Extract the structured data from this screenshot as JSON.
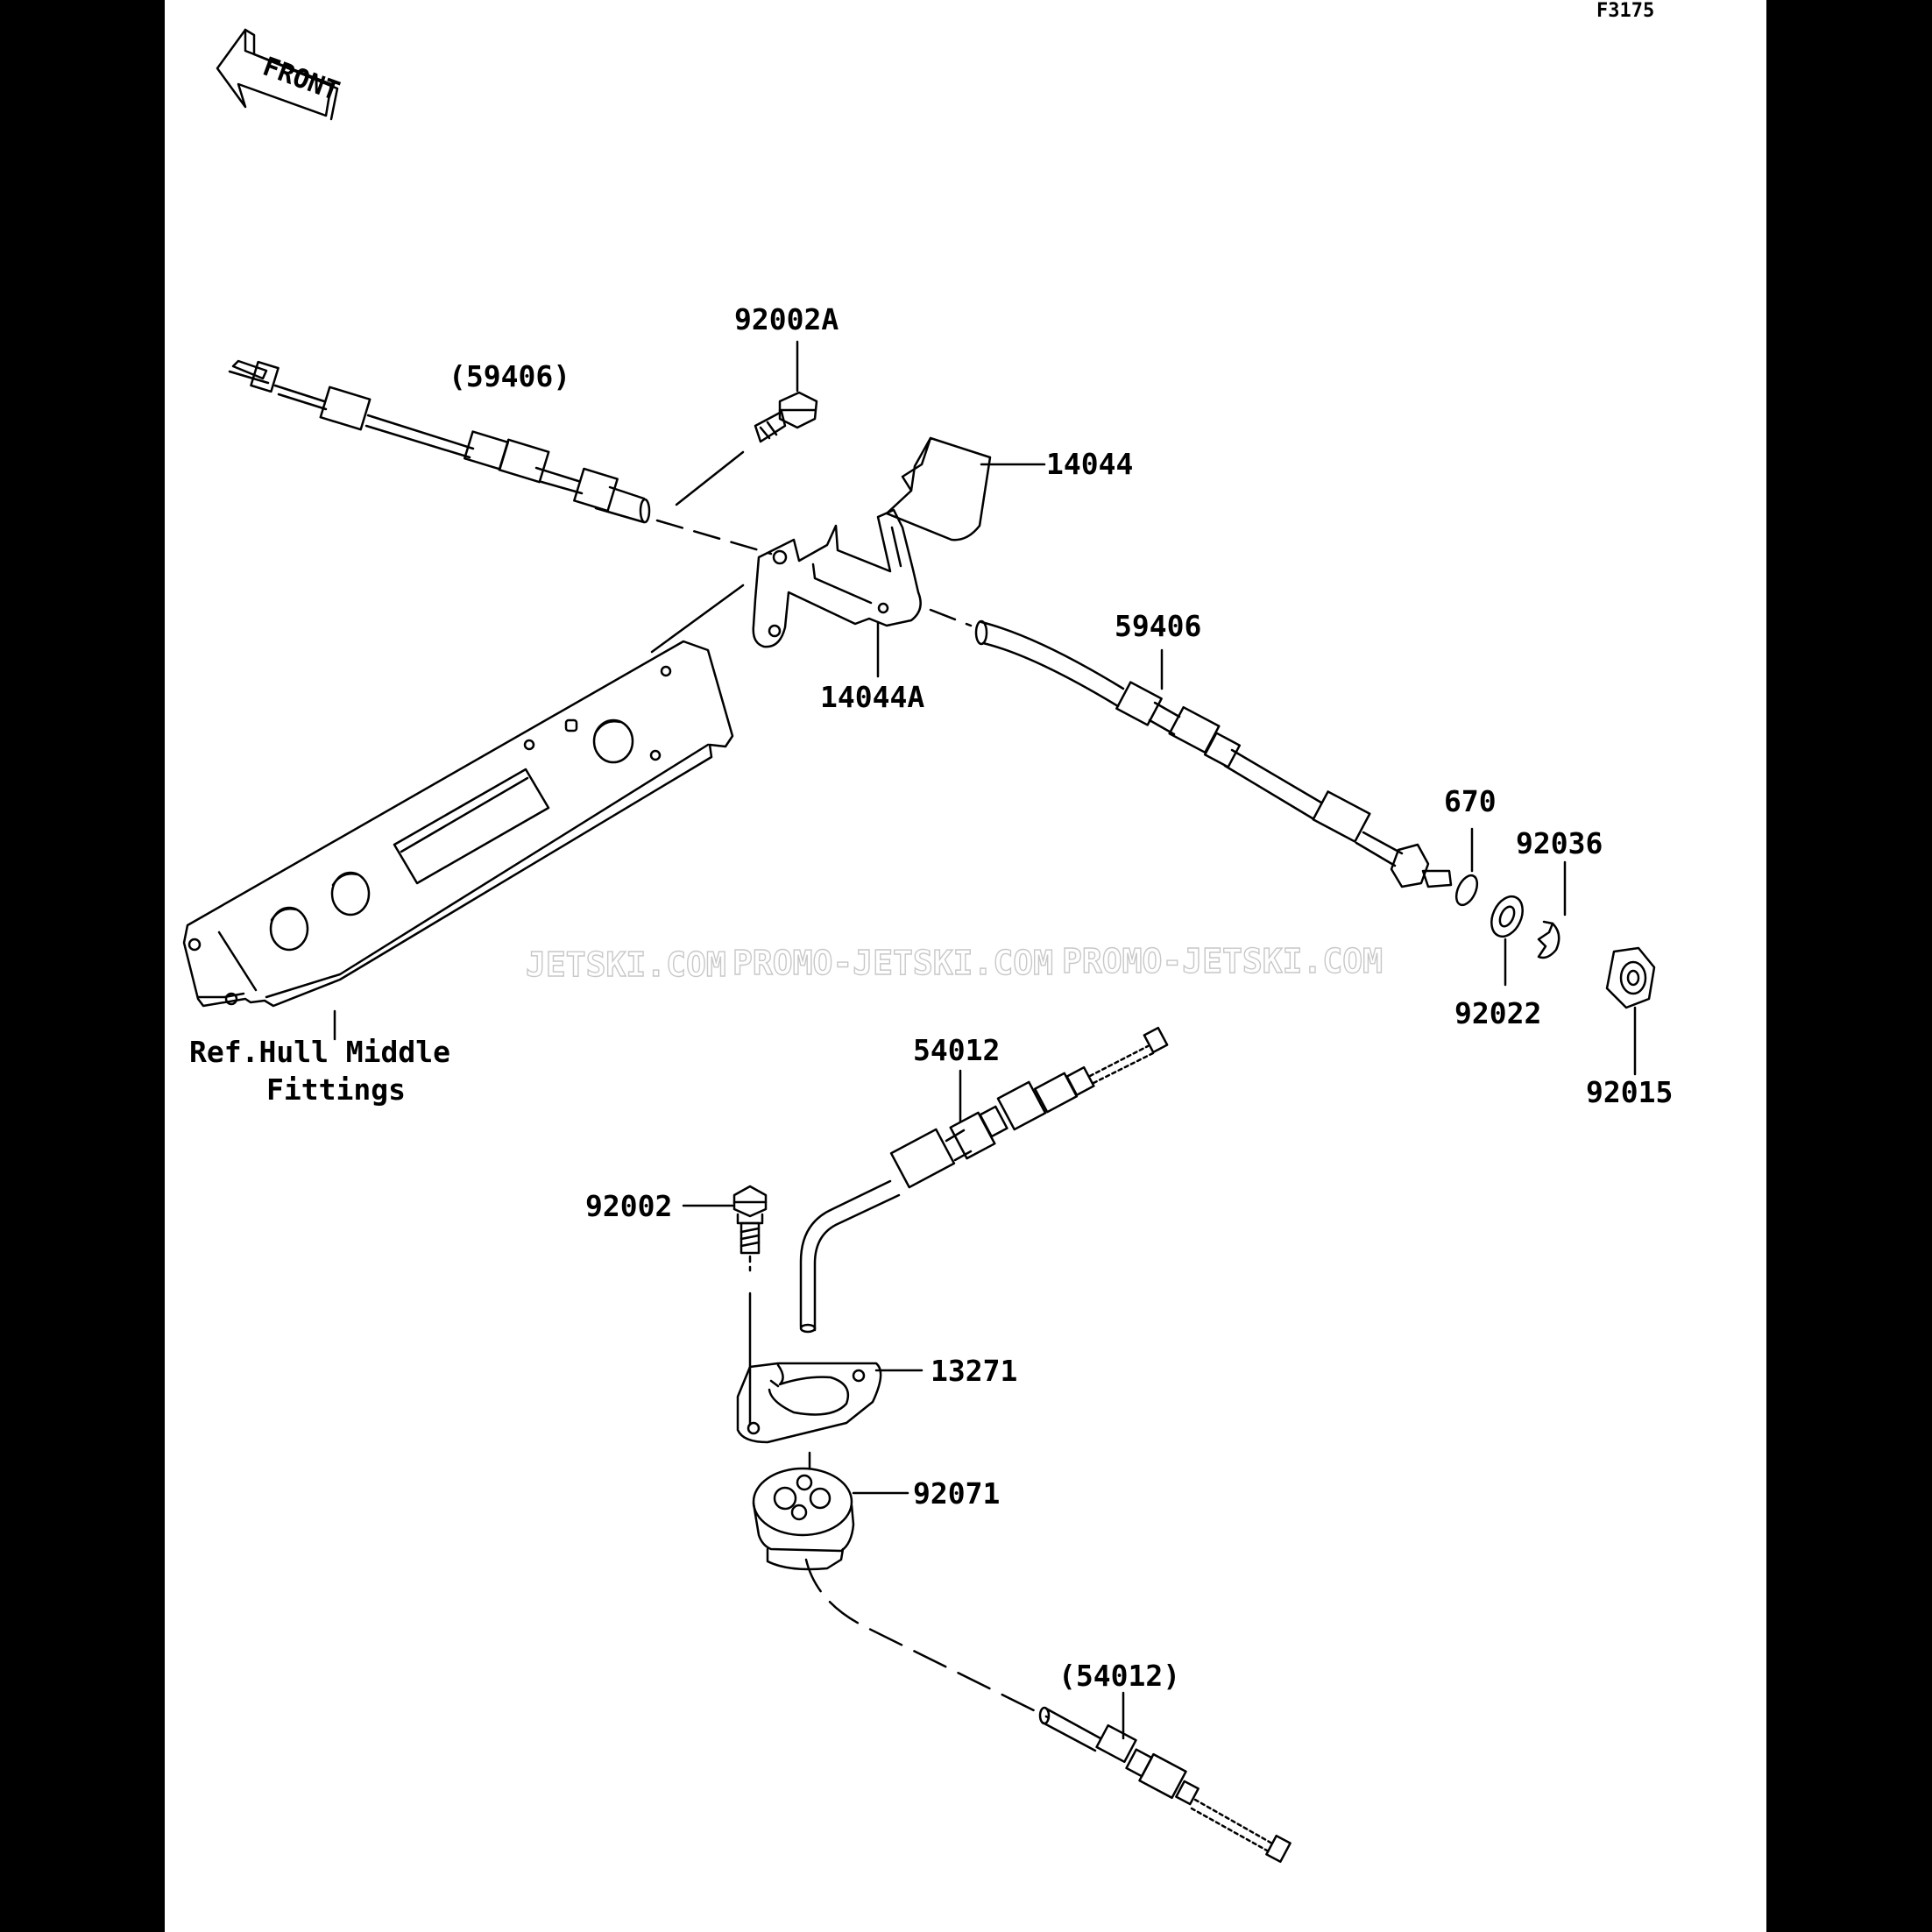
{
  "figure_code": "F3175",
  "front_arrow_text": "FRONT",
  "watermarks": [
    "JETSKI.COM",
    "PROMO-JETSKI.COM",
    "PROMO-JETSKI.COM"
  ],
  "labels": {
    "p59406_ref": "(59406)",
    "p92002A": "92002A",
    "p14044": "14044",
    "p14044A": "14044A",
    "p59406": "59406",
    "p670": "670",
    "p92036": "92036",
    "p92022": "92022",
    "p92015": "92015",
    "ref_hull_1": "Ref.Hull Middle",
    "ref_hull_2": "Fittings",
    "p54012": "54012",
    "p92002": "92002",
    "p13271": "13271",
    "p92071": "92071",
    "p54012_ref": "(54012)"
  }
}
